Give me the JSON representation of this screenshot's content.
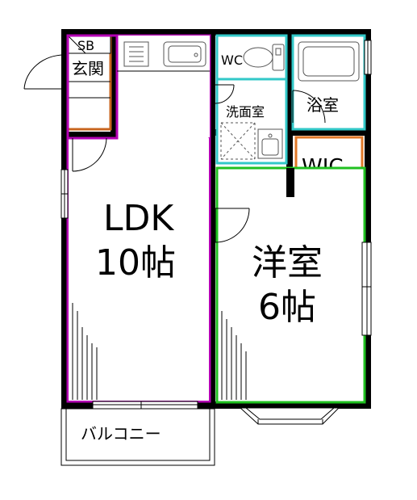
{
  "rooms": {
    "entrance": "玄関",
    "shoe_box": "SB",
    "ldk": "LDK",
    "ldk_size": "10帖",
    "wc": "WC",
    "washroom": "洗面室",
    "bathroom": "浴室",
    "wic": "WIC",
    "western": "洋室",
    "western_size": "6帖",
    "balcony": "バルコニー"
  },
  "colors": {
    "wall": "#000000",
    "entrance_outline": "#c8641e",
    "ldk_outline": "#b400b4",
    "wet_outline": "#32c8c8",
    "wic_outline": "#e07828",
    "western_outline": "#20c020",
    "fixture": "#555555"
  },
  "icons": [
    "sink-icon",
    "stove-icon",
    "toilet-icon",
    "bathtub-icon",
    "washbasin-icon",
    "washing-machine-icon",
    "door-swing-icon",
    "window-icon"
  ]
}
